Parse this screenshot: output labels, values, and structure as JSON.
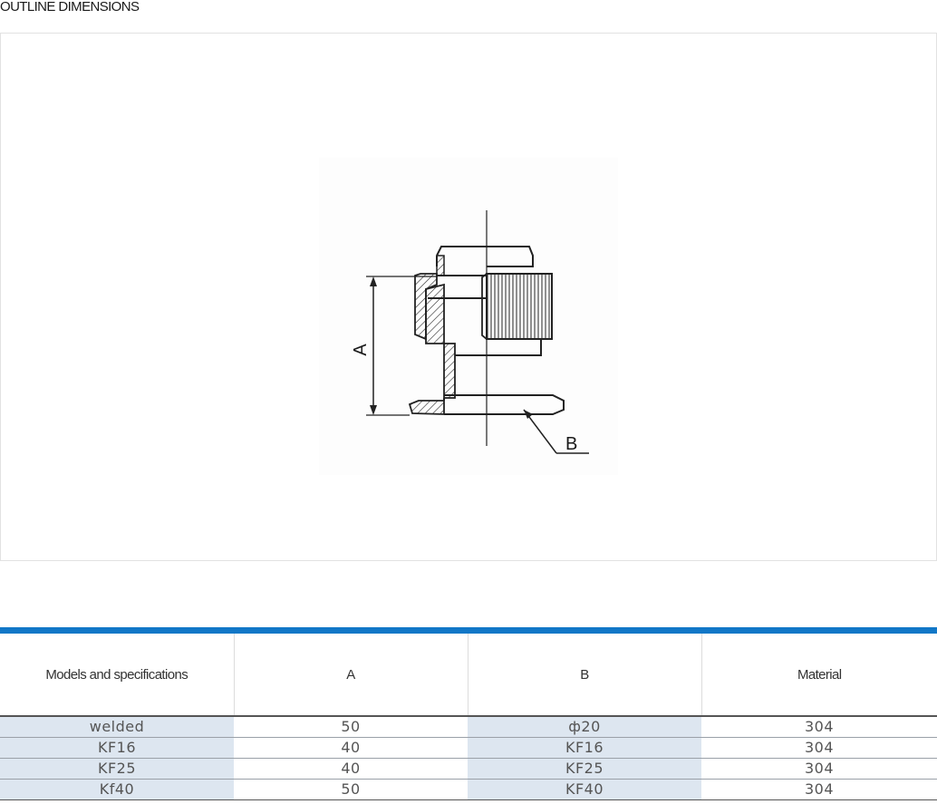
{
  "section_title": "OUTLINE DIMENSIONS",
  "drawing": {
    "label_a": "A",
    "label_b": "B"
  },
  "table": {
    "headers": [
      "Models and specifications",
      "A",
      "B",
      "Material"
    ],
    "rows": [
      [
        "welded",
        "50",
        "ф20",
        "304"
      ],
      [
        "KF16",
        "40",
        "KF16",
        "304"
      ],
      [
        "KF25",
        "40",
        "KF25",
        "304"
      ],
      [
        "Kf40",
        "50",
        "KF40",
        "304"
      ]
    ]
  },
  "colors": {
    "accent_bar": "#1177c7",
    "row_shade": "#dde6f0"
  }
}
